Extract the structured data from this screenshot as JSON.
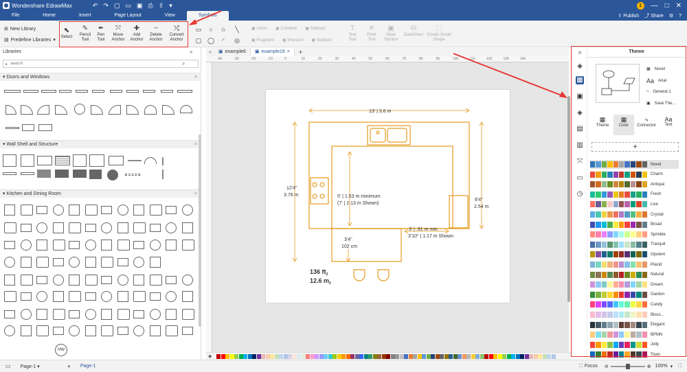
{
  "app": {
    "title": "Wondershare EdrawMax",
    "user_badge": "1"
  },
  "menu": {
    "items": [
      "File",
      "Home",
      "Insert",
      "Page Layout",
      "View",
      "Symbols"
    ],
    "active": "Symbols",
    "publish": "Publish",
    "share": "Share"
  },
  "ribbon": {
    "new_library": "New Library",
    "predefine_libraries": "Predefine Libraries",
    "select": "Select",
    "pencil_tool": "Pencil Tool",
    "pen_tool": "Pen Tool",
    "move_anchor": "Move Anchor",
    "add_anchor": "Add Anchor",
    "delete_anchor": "Delete Anchor",
    "convert_anchor": "Convert Anchor",
    "union": "Union",
    "combine": "Combine",
    "subtract": "Subtract",
    "fragment": "Fragment",
    "intersect": "Intersect",
    "subtract2": "Subtract",
    "text_tool": "Text Tool",
    "point_tool": "Point Tool",
    "save_symbol": "Save Symbol",
    "datasheet": "DataSheet",
    "create_smart_shape": "Create Smart Shape"
  },
  "libraries": {
    "title": "Libraries",
    "search_placeholder": "search",
    "sections": [
      "Doors and Windows",
      "Wall Shell and Structure",
      "Kitchen and Dining Room"
    ]
  },
  "tabs": [
    "example6",
    "example19"
  ],
  "active_tab": "example19",
  "ruler": {
    "labels": [
      "-40",
      "-30",
      "-20",
      "-10",
      "0",
      "10",
      "20",
      "30",
      "40",
      "50",
      "60",
      "70",
      "80",
      "90",
      "100",
      "110",
      "120",
      "130",
      "140"
    ]
  },
  "floorplan": {
    "top_dim": "13' | 3.6 m",
    "left_dim_1": "12'4\"",
    "left_dim_2": "3.76 m",
    "right_dim_1": "8'4\"",
    "right_dim_2": "2.54 m",
    "inner_1": "5' | 1.53 m minimum",
    "inner_2": "(7' | 2.13 m Shown)",
    "gap_1": "3' | .91 m min.",
    "gap_2": "3'10\" | 1.17 m Shown",
    "bottom_1": "3'4\"",
    "bottom_2": "102 cm",
    "area_1": "136 ft",
    "area_1_sup": "2",
    "area_2": "12.6 m",
    "area_2_sup": "2"
  },
  "theme": {
    "title": "Theme",
    "opts": [
      "Novel",
      "Arial",
      "General 1",
      "Save The..."
    ],
    "tabs": [
      "Theme",
      "Color",
      "Connector",
      "Text"
    ],
    "active_tab": "Color",
    "palettes": [
      {
        "name": "Novel",
        "colors": [
          "#2e75b6",
          "#5b9bd5",
          "#70ad47",
          "#ffc000",
          "#ed7d31",
          "#a5a5a5",
          "#4472c4",
          "#264478",
          "#9e480e",
          "#636363"
        ]
      },
      {
        "name": "Charm",
        "colors": [
          "#e84c3d",
          "#f39c12",
          "#27ae60",
          "#2980b9",
          "#8e44ad",
          "#c0392b",
          "#16a085",
          "#d35400",
          "#2c3e50",
          "#f1c40f"
        ]
      },
      {
        "name": "Antique",
        "colors": [
          "#a0522d",
          "#d2691e",
          "#8fbc8f",
          "#6b8e23",
          "#cd853f",
          "#b8860b",
          "#556b2f",
          "#bc8f8f",
          "#8b4513",
          "#daa520"
        ]
      },
      {
        "name": "Fresh",
        "colors": [
          "#1abc9c",
          "#2ecc71",
          "#3498db",
          "#9b59b6",
          "#f1c40f",
          "#e67e22",
          "#e74c3c",
          "#16a085",
          "#27ae60",
          "#2980b9"
        ]
      },
      {
        "name": "Live",
        "colors": [
          "#ff6f61",
          "#6b5b95",
          "#88b04b",
          "#f7cac9",
          "#92a8d1",
          "#955251",
          "#b565a7",
          "#009b77",
          "#dd4124",
          "#45b8ac"
        ]
      },
      {
        "name": "Crystal",
        "colors": [
          "#5dade2",
          "#48c9b0",
          "#f4d03f",
          "#eb984e",
          "#ec7063",
          "#af7ac5",
          "#5499c7",
          "#52be80",
          "#f5b041",
          "#dc7633"
        ]
      },
      {
        "name": "Broad",
        "colors": [
          "#3f51b5",
          "#2196f3",
          "#00bcd4",
          "#4caf50",
          "#ffeb3b",
          "#ff9800",
          "#f44336",
          "#9c27b0",
          "#795548",
          "#607d8b"
        ]
      },
      {
        "name": "Sprinkle",
        "colors": [
          "#ff8a80",
          "#ff80ab",
          "#ea80fc",
          "#8c9eff",
          "#80d8ff",
          "#a7ffeb",
          "#ccff90",
          "#ffff8d",
          "#ffd180",
          "#ff9e80"
        ]
      },
      {
        "name": "Tranquil",
        "colors": [
          "#4a6fa5",
          "#6b9ac4",
          "#97c1da",
          "#5c946e",
          "#80c2af",
          "#a0ddff",
          "#c9e4ca",
          "#87bba2",
          "#55828b",
          "#3b6064"
        ]
      },
      {
        "name": "Opulent",
        "colors": [
          "#b7950b",
          "#884ea0",
          "#1f618d",
          "#117a65",
          "#a04000",
          "#922b21",
          "#5b2c6f",
          "#0e6251",
          "#7d6608",
          "#1b4f72"
        ]
      },
      {
        "name": "Placid",
        "colors": [
          "#7fb3d5",
          "#76d7c4",
          "#f7dc6f",
          "#f0b27a",
          "#f1948a",
          "#bb8fce",
          "#85c1e9",
          "#82e0aa",
          "#f8c471",
          "#e59866"
        ]
      },
      {
        "name": "Natural",
        "colors": [
          "#6e8b3d",
          "#8b7355",
          "#cd8500",
          "#548b54",
          "#8b5a2b",
          "#b22222",
          "#698b22",
          "#cdad00",
          "#2e8b57",
          "#8b6914"
        ]
      },
      {
        "name": "Dream",
        "colors": [
          "#ce93d8",
          "#90caf9",
          "#80cbc4",
          "#fff59d",
          "#ffab91",
          "#f48fb1",
          "#b39ddb",
          "#81d4fa",
          "#a5d6a7",
          "#ffe082"
        ]
      },
      {
        "name": "Garden",
        "colors": [
          "#388e3c",
          "#7cb342",
          "#c0ca33",
          "#fdd835",
          "#fb8c00",
          "#e53935",
          "#8e24aa",
          "#3949ab",
          "#00897b",
          "#6d4c41"
        ]
      },
      {
        "name": "Candy",
        "colors": [
          "#ff4081",
          "#e040fb",
          "#7c4dff",
          "#536dfe",
          "#40c4ff",
          "#64ffda",
          "#69f0ae",
          "#eeff41",
          "#ffd740",
          "#ff6e40"
        ]
      },
      {
        "name": "Bloss...",
        "colors": [
          "#f8bbd0",
          "#e1bee7",
          "#d1c4e9",
          "#c5cae9",
          "#bbdefb",
          "#b2ebf2",
          "#c8e6c9",
          "#f0f4c3",
          "#ffe0b2",
          "#ffccbc"
        ]
      },
      {
        "name": "Elegant",
        "colors": [
          "#263238",
          "#455a64",
          "#607d8b",
          "#90a4ae",
          "#b0bec5",
          "#5d4037",
          "#795548",
          "#a1887f",
          "#37474f",
          "#546e7a"
        ]
      },
      {
        "name": "BPMN",
        "colors": [
          "#ffcc80",
          "#80deea",
          "#a5d6a7",
          "#ef9a9a",
          "#ce93d8",
          "#90caf9",
          "#fff59d",
          "#bcaaa4",
          "#b0bec5",
          "#f48fb1"
        ]
      },
      {
        "name": "Jolly",
        "colors": [
          "#f44336",
          "#ff9800",
          "#ffeb3b",
          "#8bc34a",
          "#03a9f4",
          "#673ab7",
          "#e91e63",
          "#009688",
          "#cddc39",
          "#ff5722"
        ]
      },
      {
        "name": "Town",
        "colors": [
          "#1565c0",
          "#2e7d32",
          "#ef6c00",
          "#c62828",
          "#6a1b9a",
          "#00838f",
          "#f9a825",
          "#4e342e",
          "#37474f",
          "#ad1457"
        ]
      }
    ]
  },
  "status": {
    "page_label": "Page-1",
    "page_tab": "Page-1",
    "focus": "Focus",
    "zoom": "100%"
  },
  "colors": {
    "brand": "#2b579a",
    "plan": "#e69a1d",
    "highlight": "#e53935"
  },
  "colorbar": [
    "#c00000",
    "#ff0000",
    "#ffc000",
    "#ffff00",
    "#92d050",
    "#00b050",
    "#00b0f0",
    "#0070c0",
    "#002060",
    "#7030a0",
    "#e6b8b7",
    "#f8cbad",
    "#ffe699",
    "#c6e0b4",
    "#bdd7ee",
    "#b4c6e7",
    "#d9d2e9",
    "#fce4d6",
    "#ddebf7",
    "#e2efda",
    "#ff7c80",
    "#ff99cc",
    "#cc99ff",
    "#9999ff",
    "#66ccff",
    "#33cccc",
    "#99cc00",
    "#ffcc00",
    "#ff9900",
    "#ff6600",
    "#993366",
    "#666699",
    "#3366ff",
    "#008080",
    "#339966",
    "#808000",
    "#996633",
    "#993300",
    "#800000",
    "#808080",
    "#969696",
    "#c0c0c0",
    "#4472c4",
    "#ed7d31",
    "#a5a5a5",
    "#ffc000",
    "#5b9bd5",
    "#70ad47",
    "#264478",
    "#9e480e",
    "#636363",
    "#997300",
    "#255e91",
    "#43682b",
    "#698ed0",
    "#f1975a",
    "#b7b7b7",
    "#ffcd33",
    "#7cafdd",
    "#8cc168",
    "#c00000",
    "#ff0000",
    "#ffc000",
    "#ffff00",
    "#92d050",
    "#00b050",
    "#00b0f0",
    "#0070c0",
    "#002060",
    "#7030a0",
    "#e6b8b7",
    "#f8cbad",
    "#ffe699",
    "#c6e0b4",
    "#bdd7ee",
    "#b4c6e7"
  ]
}
